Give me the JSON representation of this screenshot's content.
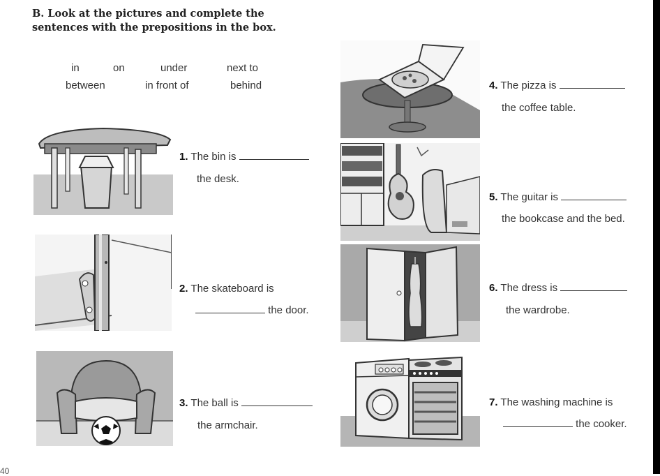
{
  "exercise": {
    "title": "B. Look at the pictures and complete the sentences with the prepositions in the box."
  },
  "word_box": {
    "words": [
      "in",
      "on",
      "under",
      "next to",
      "between",
      "in front of",
      "behind"
    ]
  },
  "sentences": [
    {
      "number": "1.",
      "part1": "The bin is",
      "part2": "the desk."
    },
    {
      "number": "2.",
      "part1": "The skateboard is",
      "part2": "the door."
    },
    {
      "number": "3.",
      "part1": "The ball is",
      "part2": "the armchair."
    },
    {
      "number": "4.",
      "part1": "The pizza is",
      "part2": "the coffee table."
    },
    {
      "number": "5.",
      "part1": "The guitar is",
      "part2": "the bookcase and the bed."
    },
    {
      "number": "6.",
      "part1": "The dress is",
      "part2": "the wardrobe."
    },
    {
      "number": "7.",
      "part1": "The washing machine is",
      "part2": "the cooker."
    }
  ],
  "footer": {
    "page_number": "40"
  }
}
